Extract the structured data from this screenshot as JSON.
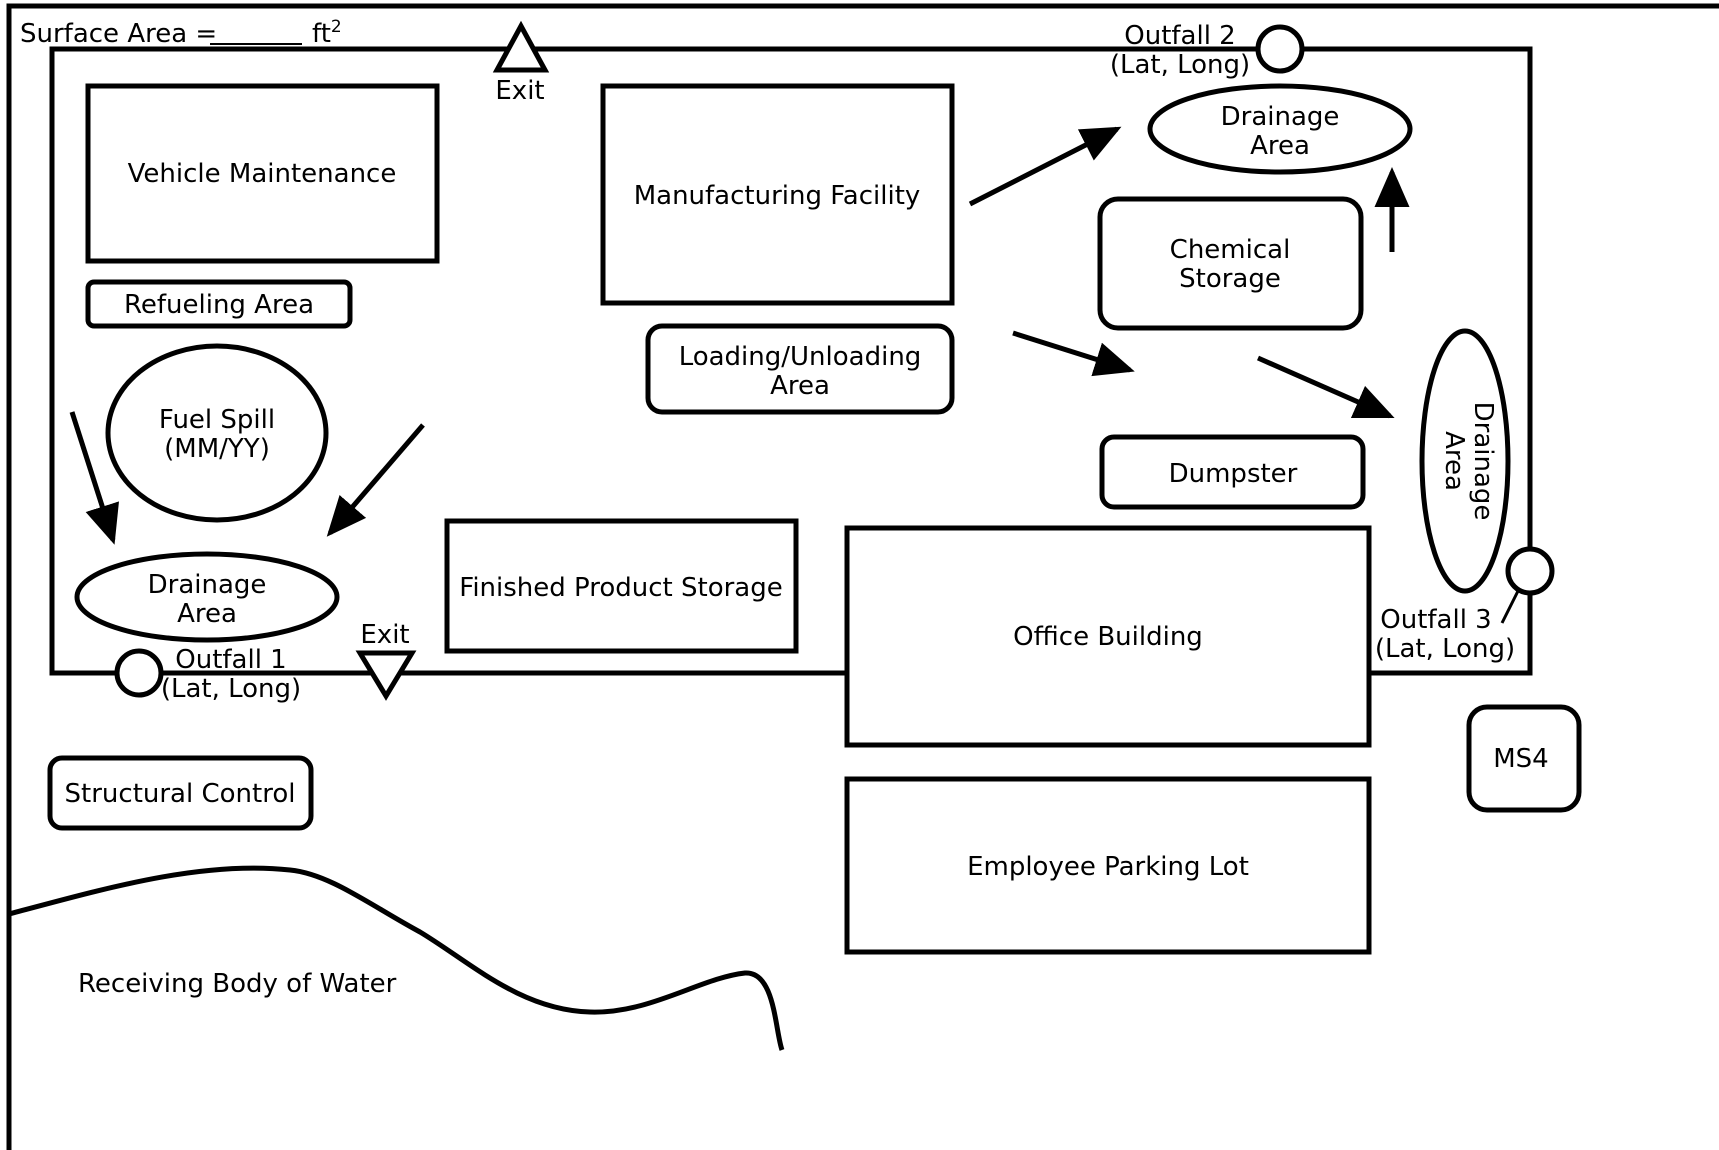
{
  "header": {
    "surface_area_label": "Surface Area =",
    "surface_area_unit": "ft",
    "surface_area_exponent": "2"
  },
  "exits": {
    "north_label": "Exit",
    "south_label": "Exit"
  },
  "buildings": {
    "vehicle_maintenance": "Vehicle Maintenance",
    "refueling_area": "Refueling Area",
    "manufacturing_facility": "Manufacturing Facility",
    "loading_unloading": [
      "Loading/Unloading",
      "Area"
    ],
    "chemical_storage": [
      "Chemical",
      "Storage"
    ],
    "dumpster": "Dumpster",
    "finished_product_storage": "Finished Product Storage",
    "office_building": "Office Building",
    "employee_parking": "Employee Parking Lot",
    "structural_control": "Structural Control",
    "ms4": "MS4"
  },
  "fuel_spill": [
    "Fuel Spill",
    "(MM/YY)"
  ],
  "drainage_areas": {
    "top_right": [
      "Drainage",
      "Area"
    ],
    "right": [
      "Drainage",
      "Area"
    ],
    "bottom_left": [
      "Drainage",
      "Area"
    ]
  },
  "outfalls": {
    "outfall_1": [
      "Outfall 1",
      "(Lat, Long)"
    ],
    "outfall_2": [
      "Outfall 2",
      "(Lat, Long)"
    ],
    "outfall_3": [
      "Outfall 3",
      "(Lat, Long)"
    ]
  },
  "receiving_water": "Receiving Body of Water"
}
